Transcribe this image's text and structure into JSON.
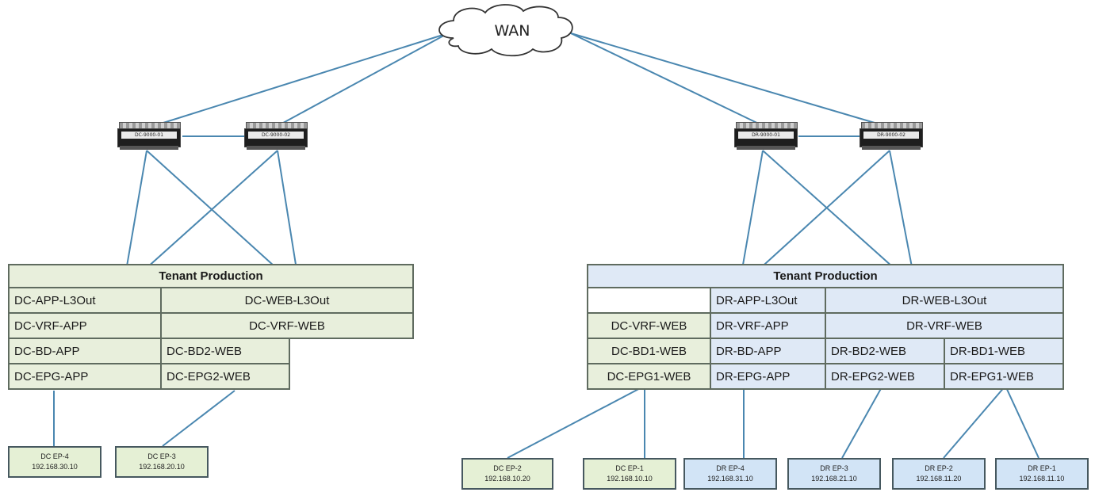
{
  "wan": {
    "label": "WAN"
  },
  "routers": [
    {
      "label": "DC-9000-01"
    },
    {
      "label": "DC-9000-02"
    },
    {
      "label": "DR-9000-01"
    },
    {
      "label": "DR-9000-02"
    }
  ],
  "dc_tenant": {
    "title": "Tenant Production",
    "app_l3out": "DC-APP-L3Out",
    "web_l3out": "DC-WEB-L3Out",
    "vrf_app": "DC-VRF-APP",
    "vrf_web": "DC-VRF-WEB",
    "bd_app": "DC-BD-APP",
    "bd2_web": "DC-BD2-WEB",
    "epg_app": "DC-EPG-APP",
    "epg2_web": "DC-EPG2-WEB"
  },
  "dr_tenant": {
    "title": "Tenant Production",
    "app_l3out": "DR-APP-L3Out",
    "web_l3out": "DR-WEB-L3Out",
    "dc_vrf_web": "DC-VRF-WEB",
    "vrf_app": "DR-VRF-APP",
    "vrf_web": "DR-VRF-WEB",
    "dc_bd1_web": "DC-BD1-WEB",
    "bd_app": "DR-BD-APP",
    "bd2_web": "DR-BD2-WEB",
    "bd1_web": "DR-BD1-WEB",
    "dc_epg1_web": "DC-EPG1-WEB",
    "epg_app": "DR-EPG-APP",
    "epg2_web": "DR-EPG2-WEB",
    "epg1_web": "DR-EPG1-WEB"
  },
  "endpoints": [
    {
      "name": "DC EP-4",
      "ip": "192.168.30.10"
    },
    {
      "name": "DC EP-3",
      "ip": "192.168.20.10"
    },
    {
      "name": "DC EP-2",
      "ip": "192.168.10.20"
    },
    {
      "name": "DC EP-1",
      "ip": "192.168.10.10"
    },
    {
      "name": "DR EP-4",
      "ip": "192.168.31.10"
    },
    {
      "name": "DR EP-3",
      "ip": "192.168.21.10"
    },
    {
      "name": "DR EP-2",
      "ip": "192.168.11.20"
    },
    {
      "name": "DR EP-1",
      "ip": "192.168.11.10"
    }
  ],
  "colors": {
    "link": "#4a87b0",
    "dc_fill": "#e8efdc",
    "dr_fill": "#dfe9f6"
  }
}
